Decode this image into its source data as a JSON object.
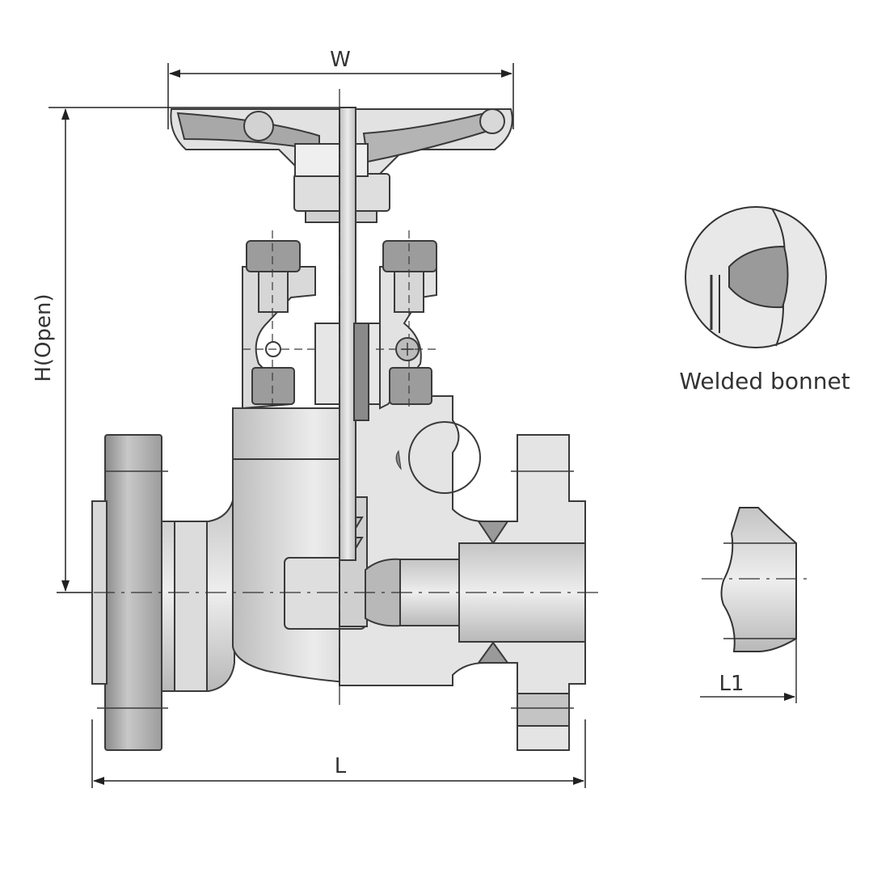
{
  "labels": {
    "width": "W",
    "height": "H(Open)",
    "length": "L",
    "length_1": "L1",
    "detail_caption": "Welded bonnet"
  },
  "colors": {
    "line": "#3a3a3a",
    "fill_light": "#e6e6e6",
    "fill_mid": "#cfcfcf",
    "fill_dark": "#9a9a9a",
    "weld": "#8f8f8f"
  }
}
